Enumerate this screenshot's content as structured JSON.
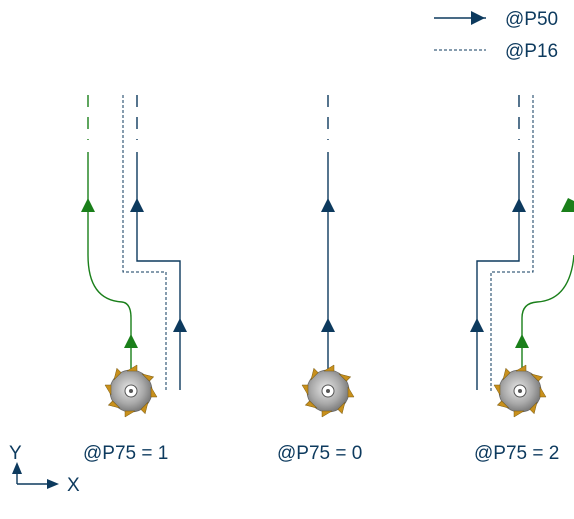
{
  "colors": {
    "path_blue": "#0d3a5e",
    "path_green": "#1a7f1a",
    "dashed": "#0d3a5e",
    "cutter_body": "#9e9e9e",
    "cutter_tooth": "#c8901c",
    "text": "#0d3a5e"
  },
  "legend": {
    "solid_label": "@P50",
    "dashed_label": "@P16"
  },
  "cases": [
    {
      "label": "@P75 = 1"
    },
    {
      "label": "@P75 = 0"
    },
    {
      "label": "@P75 = 2"
    }
  ],
  "axes": {
    "y_label": "Y",
    "x_label": "X"
  }
}
